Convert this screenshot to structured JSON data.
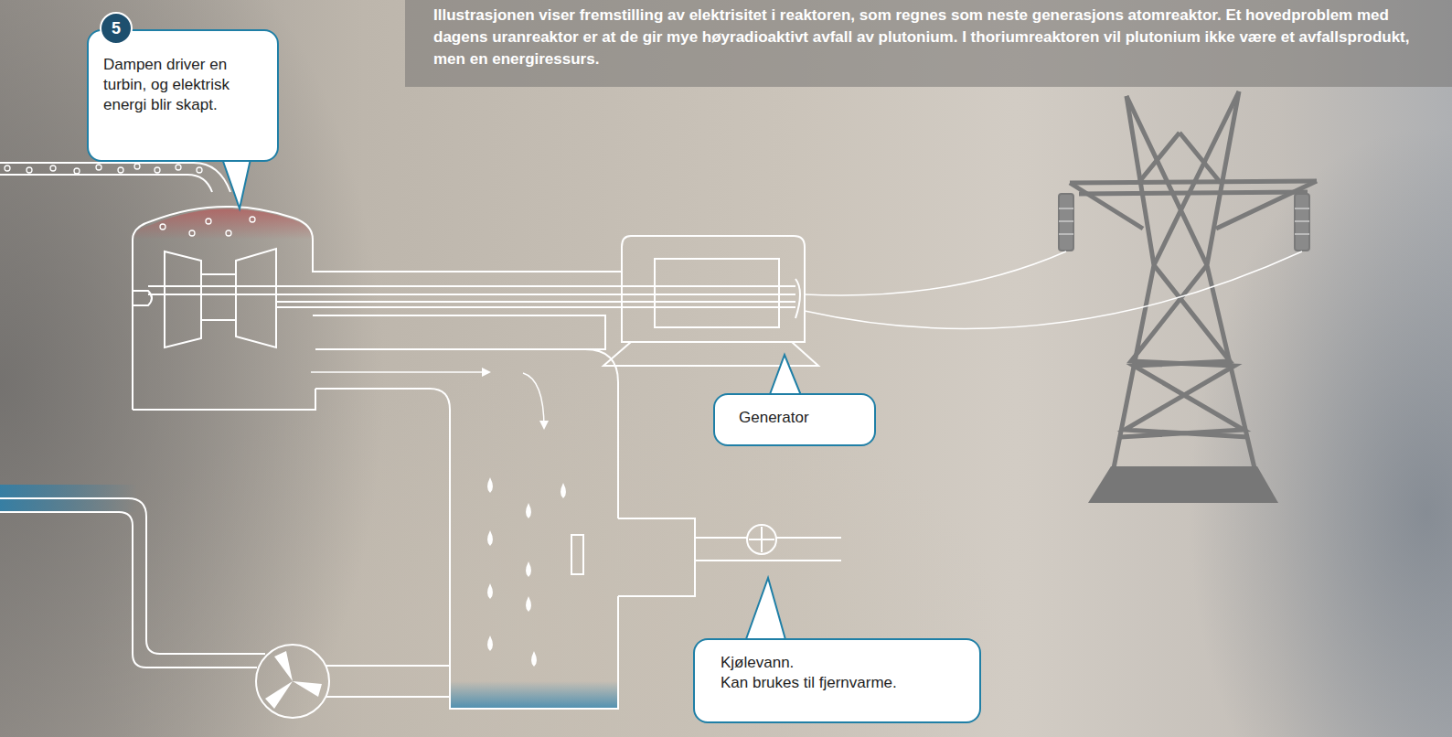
{
  "diagram": {
    "caption": "Illustrasjonen viser fremstilling av elektrisitet i reaktoren, som regnes som neste generasjons atomreaktor. Et hovedproblem med dagens uranreaktor er at de gir mye høyradioaktivt avfall av plutonium. I thoriumreaktoren vil plutonium ikke være et avfallsprodukt, men en energiressurs.",
    "nodes": [
      {
        "text": [
          "Dampen driver en turbin, og elektrisk energi blir skapt."
        ]
      },
      {
        "text": [
          "Generator"
        ]
      },
      {
        "text": [
          "Kjølevann.",
          "Kan brukes til fjernvarme."
        ]
      }
    ],
    "labels": [
      "5"
    ]
  }
}
